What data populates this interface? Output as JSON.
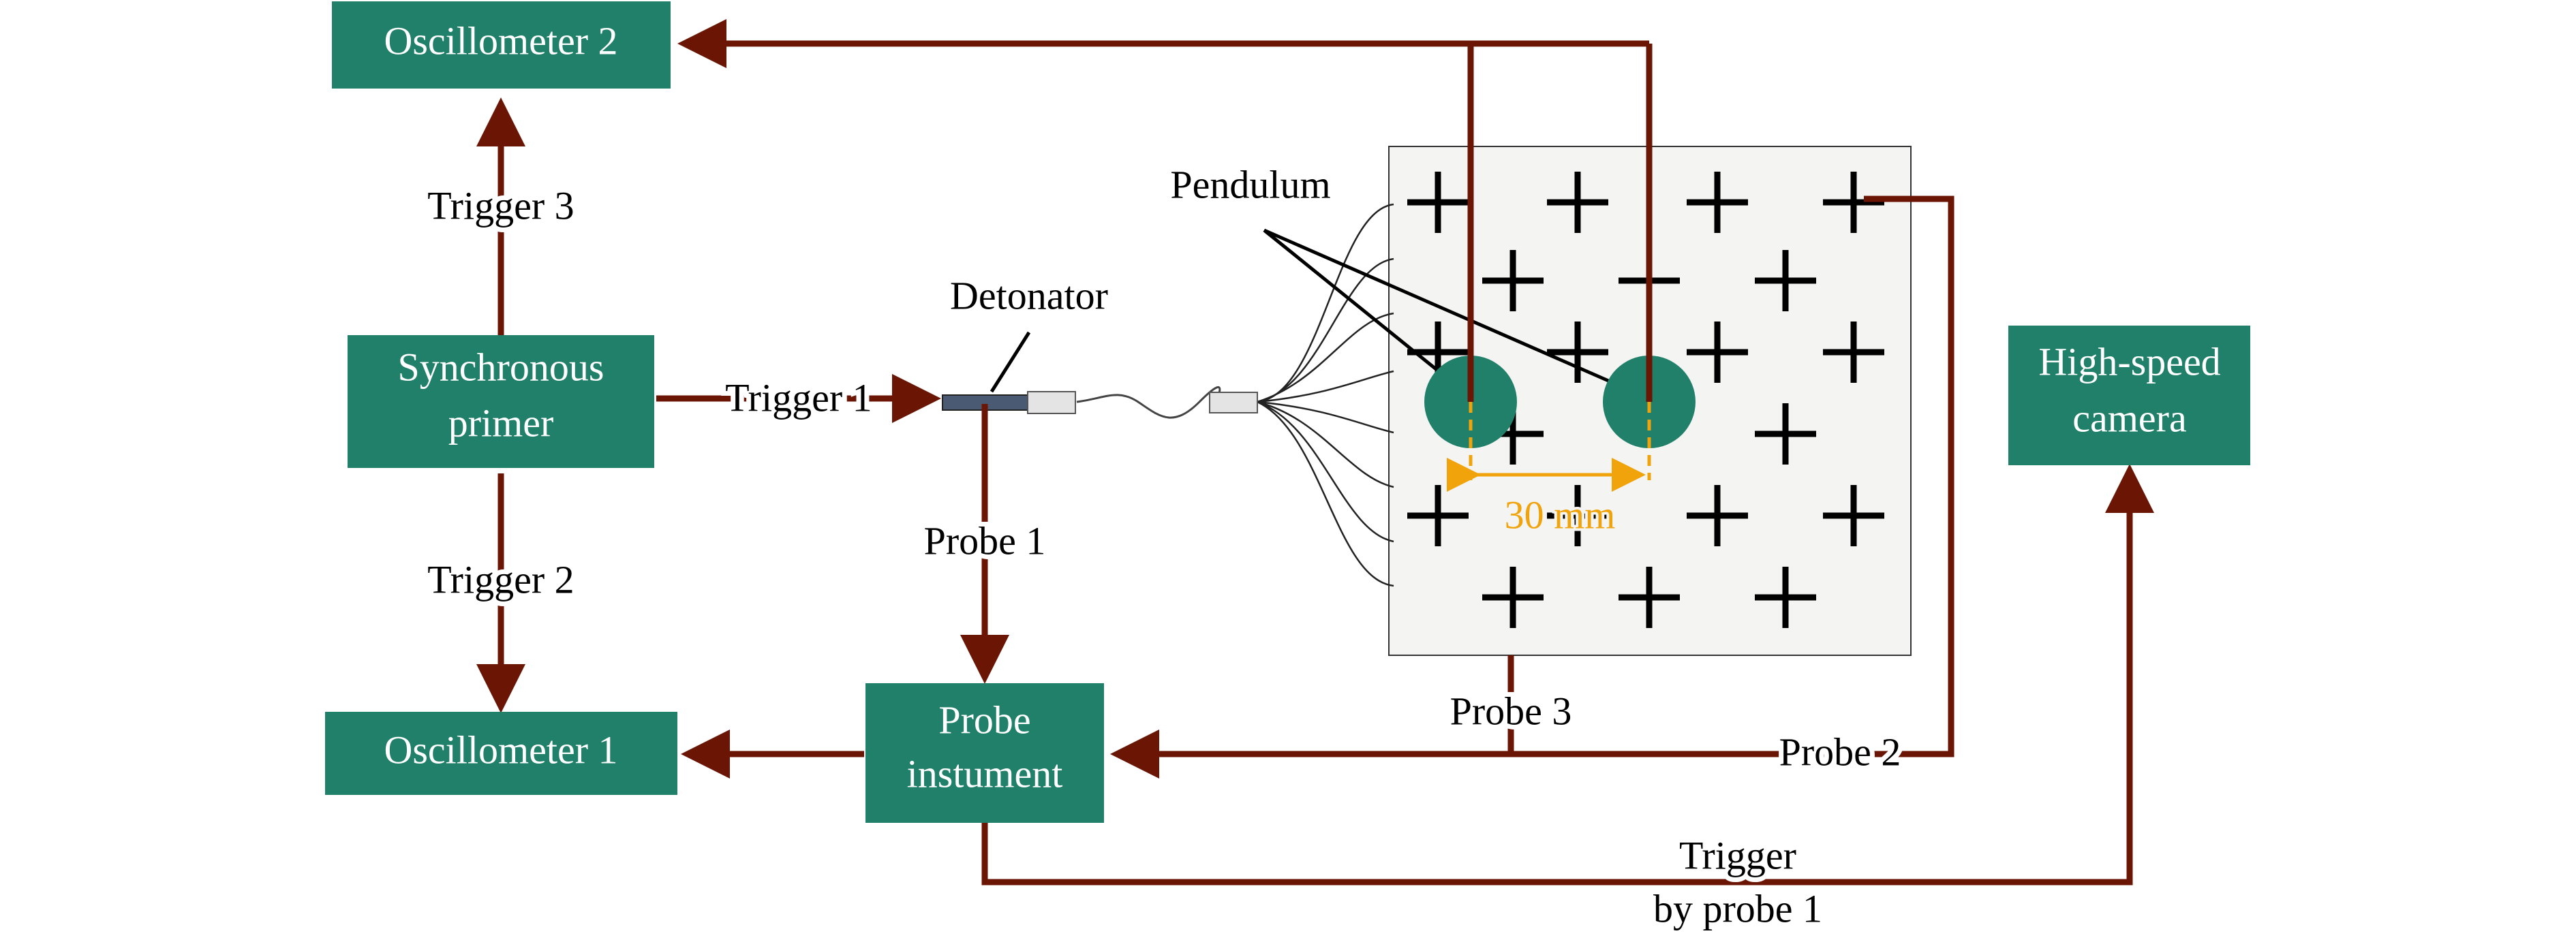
{
  "colors": {
    "box": "#21806a",
    "wire": "#6b1505",
    "pendulum": "#21806a",
    "dimension": "#f0a30a",
    "panel": "#f4f4f2"
  },
  "boxes": {
    "oscillometer_2": "Oscillometer 2",
    "synchronous_primer_line1": "Synchronous",
    "synchronous_primer_line2": "primer",
    "oscillometer_1": "Oscillometer 1",
    "probe_instrument_line1": "Probe",
    "probe_instrument_line2": "instument",
    "high_speed_camera_line1": "High-speed",
    "high_speed_camera_line2": "camera"
  },
  "labels": {
    "trigger_3": "Trigger 3",
    "trigger_2": "Trigger 2",
    "trigger_1": "Trigger 1",
    "detonator": "Detonator",
    "probe_1": "Probe 1",
    "pendulum": "Pendulum",
    "probe_3": "Probe 3",
    "probe_2": "Probe 2",
    "trigger_by_probe_1_line1": "Trigger",
    "trigger_by_probe_1_line2": "by probe 1",
    "spacing": "30 mm"
  }
}
